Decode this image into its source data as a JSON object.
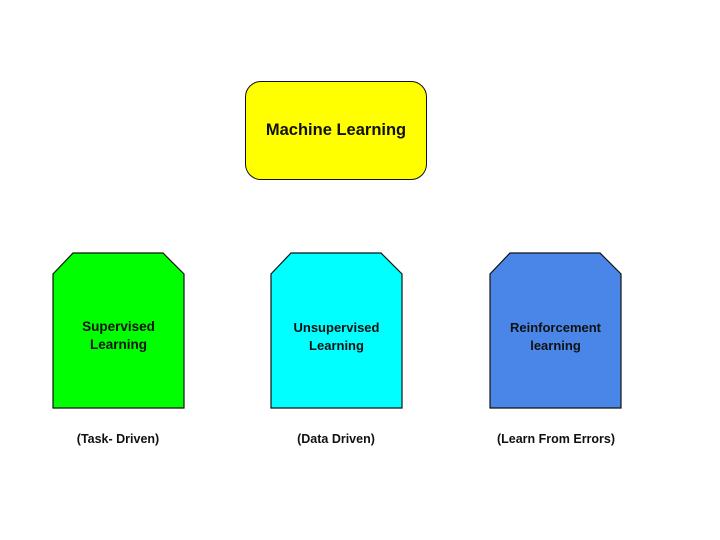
{
  "root": {
    "label": "Machine Learning",
    "color": "#ffff00"
  },
  "branches": [
    {
      "label": "Supervised\nLearning",
      "caption": "(Task- Driven)",
      "color": "#00ff00"
    },
    {
      "label": "Unsupervised\nLearning",
      "caption": "(Data Driven)",
      "color": "#00ffff"
    },
    {
      "label": "Reinforcement\nlearning",
      "caption": "(Learn From Errors)",
      "color": "#4a86e8"
    }
  ]
}
